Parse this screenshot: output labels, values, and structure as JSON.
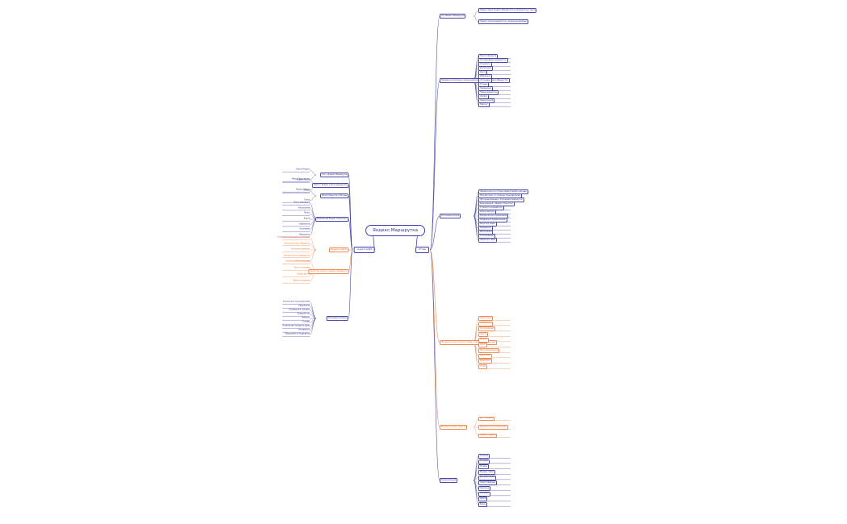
{
  "root": {
    "label": "Яндекс.Маршрутка"
  },
  "left": {
    "main": {
      "label": "Аналоги/ДЗ"
    },
    "groups": [
      {
        "label": "Гео + Яндекс.Маршрутка",
        "leaves": [
          "Карта Яндекс",
          "Метро Маршрутки"
        ]
      },
      {
        "label": "Поиск / Яндекс.карты маршрутки",
        "leaves": [
          "Яндекс.Транс",
          "Яндекс.Карты"
        ]
      },
      {
        "label": "Метро/Транспорт Москвы",
        "leaves": [
          "Метро",
          "Такси"
        ]
      },
      {
        "label": "Мобильный Яндекс.Транспорт",
        "leaves": [
          "Поиск маршрута",
          "Расписание",
          "Поиск",
          "Карта",
          "Избранное",
          "Остановки",
          "Маршруты"
        ]
      },
      {
        "label": "Нужды и задачи",
        "orange": true,
        "leaves": [
          "Сравнение маршрутов и времени",
          "Быстрый поиск маршрута",
          "Экономия времени",
          "Не пропустить маршрутку",
          "Оповещения о подъезде"
        ]
      },
      {
        "label": "Удобство оплаты и выбора маршрута",
        "orange": true,
        "leaves": [
          "Оплата картой",
          "Фото остановки",
          "Выбор места",
          "Время ожидания"
        ]
      },
      {
        "label": "Ключевые метрики",
        "leaves": [
          "Количество пользователей",
          "Удержание",
          "Конверсия в поездку",
          "Средний чек",
          "Рейтинг",
          "Отзывы",
          "Количество поездок в день",
          "Активность",
          "Обращения в поддержку"
        ]
      }
    ]
  },
  "right": {
    "main": {
      "label": "Устав"
    },
    "sections": [
      {
        "label": "Это Яндекс.Маршрутка",
        "leaves": [
          "Новый сервис Яндекс.Маршрутка на маршрутных такси",
          "Сервис поиска маршруток в реальном времени"
        ]
      },
      {
        "label": "Проверка гипотезы в городе наличия спроса на Яндекс.Маршрутка",
        "leaves": [
          "Поиск маршрута",
          "Отслеживание маршрутки",
          "Стоимость",
          "Расписание",
          "Карта",
          "Избранное",
          "Остановки",
          "Отзывы",
          "Поддержка",
          "Новые маршруты",
          "Оплата",
          "Уведомления",
          "Рейтинг"
        ]
      },
      {
        "label": "Источники рисков",
        "leaves": [
          "Перевозчики не готовы предоставлять данные",
          "Низкий спрос со стороны пользователей",
          "Неточные данные о положении маршруток",
          "Конкуренция с Яндекс.Транспорт",
          "Стоимость разработки",
          "Сроки запуска",
          "Юридические ограничения",
          "Поддержка перевозчиков",
          "Качество связи",
          "Модерация",
          "Интеграция",
          "Тестирование",
          "Обратная связь"
        ]
      },
      {
        "label": "Метрики и цели запуска, этапы, сроки, ответственные",
        "orange": true,
        "leaves": [
          "Подготовка",
          "Разработка",
          "Тестирование",
          "Запуск",
          "Анализ",
          "Пилот",
          "Масштабирование",
          "Маркетинг",
          "Аналитика",
          "Отчёт"
        ]
      },
      {
        "label": "Метрики успеха проекта",
        "orange": true,
        "leaves": [
          "Рост поездок",
          "Удержание пользователей",
          "Оценка сервиса"
        ]
      },
      {
        "label": "Коммуникация",
        "leaves": [
          "Статусы",
          "Встречи",
          "Отчёты",
          "Каналы связи",
          "Документация",
          "Ответственные",
          "Заказчик",
          "Команда",
          "Сроки",
          "Риски"
        ]
      }
    ]
  }
}
